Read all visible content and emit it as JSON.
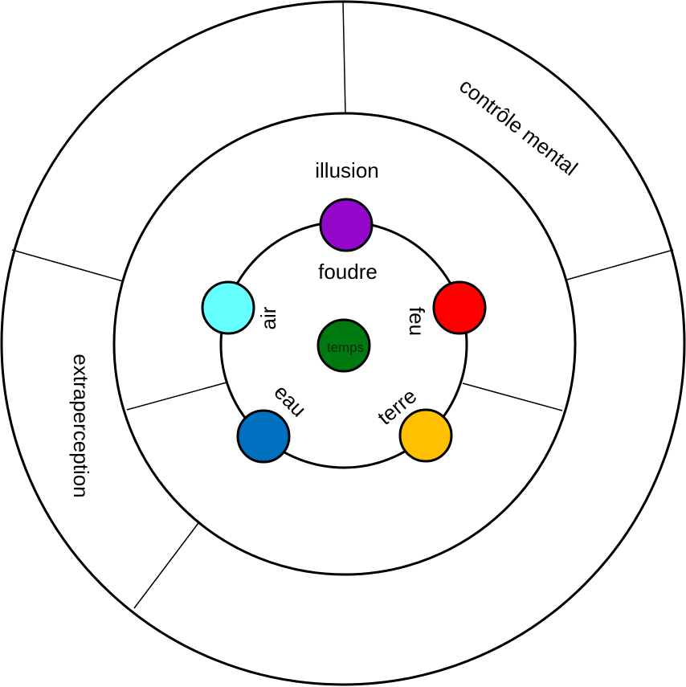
{
  "outer_ring": {
    "labels": [
      "contrôle mental",
      "extraperception"
    ]
  },
  "middle_ring": {
    "label": "illusion"
  },
  "inner_ring": {
    "label": "foudre"
  },
  "elements": [
    {
      "name": "illusion",
      "color": "#9408CC"
    },
    {
      "name": "feu",
      "color": "#FF0000"
    },
    {
      "name": "terre",
      "color": "#FFC000"
    },
    {
      "name": "eau",
      "color": "#0070C0"
    },
    {
      "name": "air",
      "color": "#66FFFF"
    }
  ],
  "center": {
    "label": "temps",
    "color": "#007A10"
  }
}
